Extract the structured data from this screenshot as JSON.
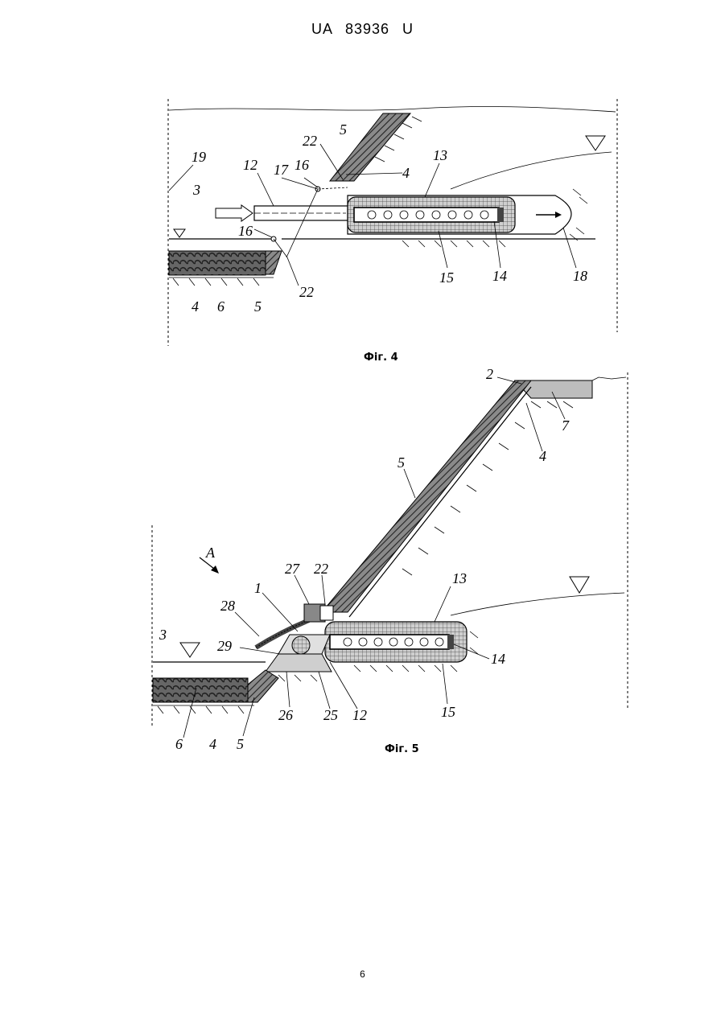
{
  "header": {
    "patent_number": "UA   83936   U"
  },
  "figure4": {
    "caption": "Фіг. 4",
    "labels": {
      "l19": "19",
      "l3": "3",
      "l12": "12",
      "l17": "17",
      "l16a": "16",
      "l22a": "22",
      "l5a": "5",
      "l4a": "4",
      "l13": "13",
      "l16b": "16",
      "l4b": "4",
      "l6": "6",
      "l5b": "5",
      "l22b": "22",
      "l15": "15",
      "l14": "14",
      "l18": "18"
    }
  },
  "figure5": {
    "caption": "Фіг. 5",
    "labels": {
      "l2": "2",
      "l7": "7",
      "l4a": "4",
      "l5a": "5",
      "lA": "A",
      "l27": "27",
      "l22": "22",
      "l1": "1",
      "l28": "28",
      "l13": "13",
      "l3": "3",
      "l29": "29",
      "l14": "14",
      "l15": "15",
      "l6": "6",
      "l4b": "4",
      "l5b": "5",
      "l26": "26",
      "l25": "25",
      "l12": "12"
    }
  },
  "page_number": "6",
  "colors": {
    "ink": "#000000",
    "fill_dark": "#6b6b6b",
    "fill_grid": "#bdbdbd",
    "fill_light": "#dcdcdc"
  }
}
